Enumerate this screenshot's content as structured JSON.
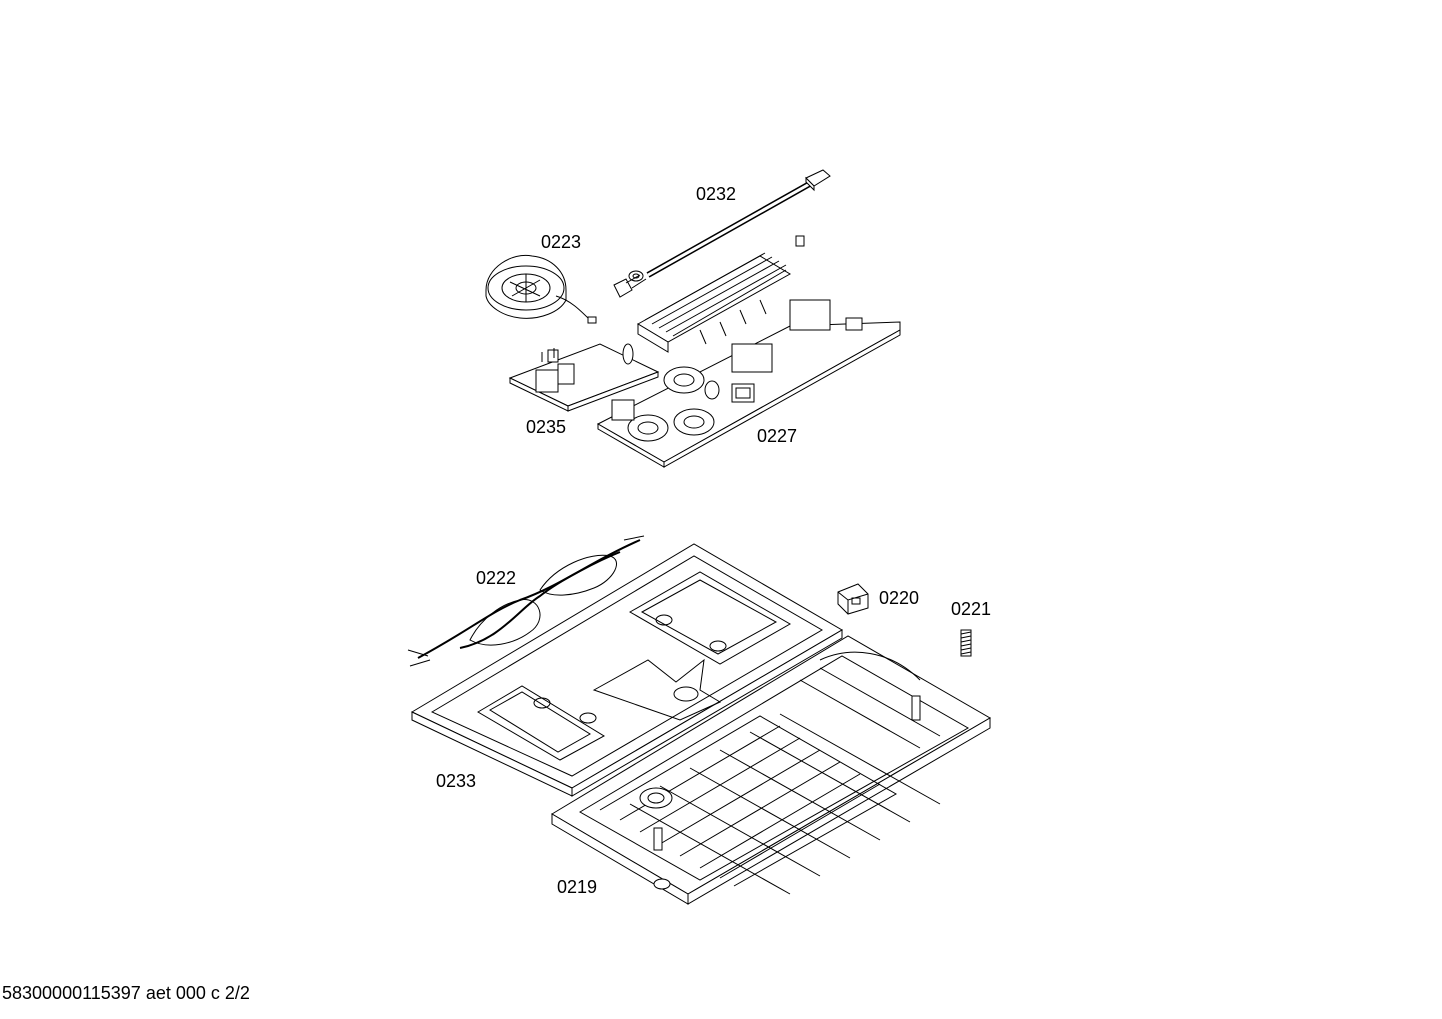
{
  "parts": [
    {
      "id": "p0232",
      "number": "0232"
    },
    {
      "id": "p0223",
      "number": "0223"
    },
    {
      "id": "p0235",
      "number": "0235"
    },
    {
      "id": "p0227",
      "number": "0227"
    },
    {
      "id": "p0222",
      "number": "0222"
    },
    {
      "id": "p0220",
      "number": "0220"
    },
    {
      "id": "p0221",
      "number": "0221"
    },
    {
      "id": "p0233",
      "number": "0233"
    },
    {
      "id": "p0219",
      "number": "0219"
    }
  ],
  "footer": {
    "drawing_id": "58300000115397 aet 000 c 2/2"
  }
}
